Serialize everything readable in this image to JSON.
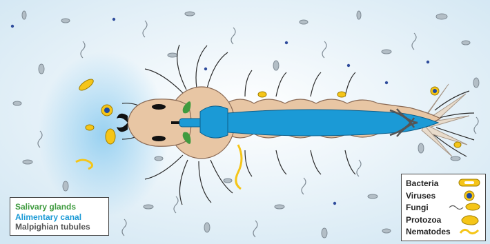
{
  "colors": {
    "water": "#d6e9f4",
    "glow": "#7ec4ec",
    "body": "#e9c9aa",
    "body_outline": "#8a6a55",
    "salivary_glands": "#3f9b3f",
    "alimentary_canal": "#1b9ad6",
    "malpighian_tubules": "#555555",
    "microbe_yellow": "#f5c518",
    "virus_blue": "#1f4aa0",
    "microbe_grey": "#8e9aa4"
  },
  "organ_legend": {
    "salivary_glands": "Salivary glands",
    "alimentary_canal": "Alimentary canal",
    "malpighian_tubules": "Malpighian tubules"
  },
  "microbe_legend": [
    {
      "label": "Bacteria",
      "icon": "bacteria-icon"
    },
    {
      "label": "Viruses",
      "icon": "virus-icon"
    },
    {
      "label": "Fungi",
      "icon": "fungi-icon"
    },
    {
      "label": "Protozoa",
      "icon": "protozoa-icon"
    },
    {
      "label": "Nematodes",
      "icon": "nematode-icon"
    }
  ]
}
